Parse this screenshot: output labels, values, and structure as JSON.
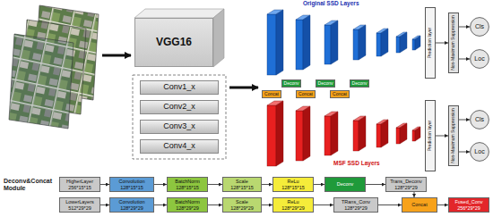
{
  "diagram": {
    "nodes": [
      {
        "text": [
          "VGG16"
        ]
      },
      {
        "text": [
          "Conv1_x"
        ]
      },
      {
        "text": [
          "Conv2_x"
        ]
      },
      {
        "text": [
          "Conv3_x"
        ]
      },
      {
        "text": [
          "Conv4_x"
        ]
      },
      {
        "text": [
          "Deconv"
        ]
      },
      {
        "text": [
          "Deconv"
        ]
      },
      {
        "text": [
          "Deconv"
        ]
      },
      {
        "text": [
          "Concat"
        ]
      },
      {
        "text": [
          "Concat"
        ]
      },
      {
        "text": [
          "Concat"
        ]
      },
      {
        "text": [
          "Prediction layer"
        ]
      },
      {
        "text": [
          "Non-Maximum Suppression"
        ]
      },
      {
        "text": [
          "Cls"
        ]
      },
      {
        "text": [
          "Loc"
        ]
      },
      {
        "text": [
          "Prediction layer"
        ]
      },
      {
        "text": [
          "Non-Maximum Suppression"
        ]
      },
      {
        "text": [
          "Cls"
        ]
      },
      {
        "text": [
          "Loc"
        ]
      },
      {
        "text": [
          "HigherLayer",
          "256*15*15"
        ]
      },
      {
        "text": [
          "Convolution",
          "128*15*15"
        ]
      },
      {
        "text": [
          "BatchNorm",
          "128*15*15"
        ]
      },
      {
        "text": [
          "Scale",
          "128*15*15"
        ]
      },
      {
        "text": [
          "ReLu",
          "128*15*15"
        ]
      },
      {
        "text": [
          "Deconv"
        ]
      },
      {
        "text": [
          "Trans_Deconv",
          "128*29*29"
        ]
      },
      {
        "text": [
          "LowerLayers",
          "512*29*29"
        ]
      },
      {
        "text": [
          "Convolution",
          "128*29*29"
        ]
      },
      {
        "text": [
          "BatchNorm",
          "128*29*29"
        ]
      },
      {
        "text": [
          "Scale",
          "128*29*29"
        ]
      },
      {
        "text": [
          "ReLu",
          "128*29*29"
        ]
      },
      {
        "text": [
          "TRans_Conv",
          "128*29*29"
        ]
      },
      {
        "text": [
          "Concat"
        ]
      },
      {
        "text": [
          "Fused_Conv",
          "256*29*29"
        ]
      }
    ],
    "edges": [
      {
        "from": 11,
        "to": 12,
        "arrow": "to"
      },
      {
        "from": 12,
        "to": 13,
        "arrow": "to"
      },
      {
        "from": 12,
        "to": 14,
        "arrow": "to"
      },
      {
        "from": 15,
        "to": 16,
        "arrow": "to"
      },
      {
        "from": 16,
        "to": 17,
        "arrow": "to"
      },
      {
        "from": 16,
        "to": 18,
        "arrow": "to"
      },
      {
        "from": 19,
        "to": 20,
        "arrow": "to"
      },
      {
        "from": 20,
        "to": 21,
        "arrow": "to"
      },
      {
        "from": 21,
        "to": 22,
        "arrow": "to"
      },
      {
        "from": 22,
        "to": 23,
        "arrow": "to"
      },
      {
        "from": 23,
        "to": 24,
        "arrow": "to"
      },
      {
        "from": 24,
        "to": 25,
        "arrow": "to"
      },
      {
        "from": 25,
        "to": 32,
        "arrow": "to"
      },
      {
        "from": 26,
        "to": 27,
        "arrow": "to"
      },
      {
        "from": 27,
        "to": 28,
        "arrow": "to"
      },
      {
        "from": 28,
        "to": 29,
        "arrow": "to"
      },
      {
        "from": 29,
        "to": 30,
        "arrow": "to"
      },
      {
        "from": 30,
        "to": 31,
        "arrow": "to"
      },
      {
        "from": 31,
        "to": 32,
        "arrow": "to"
      },
      {
        "from": 32,
        "to": 33,
        "arrow": "to"
      }
    ],
    "labels": [
      "Original SSD Layers",
      "MSF SSD Layers",
      "Deconv&Concat Module"
    ]
  }
}
